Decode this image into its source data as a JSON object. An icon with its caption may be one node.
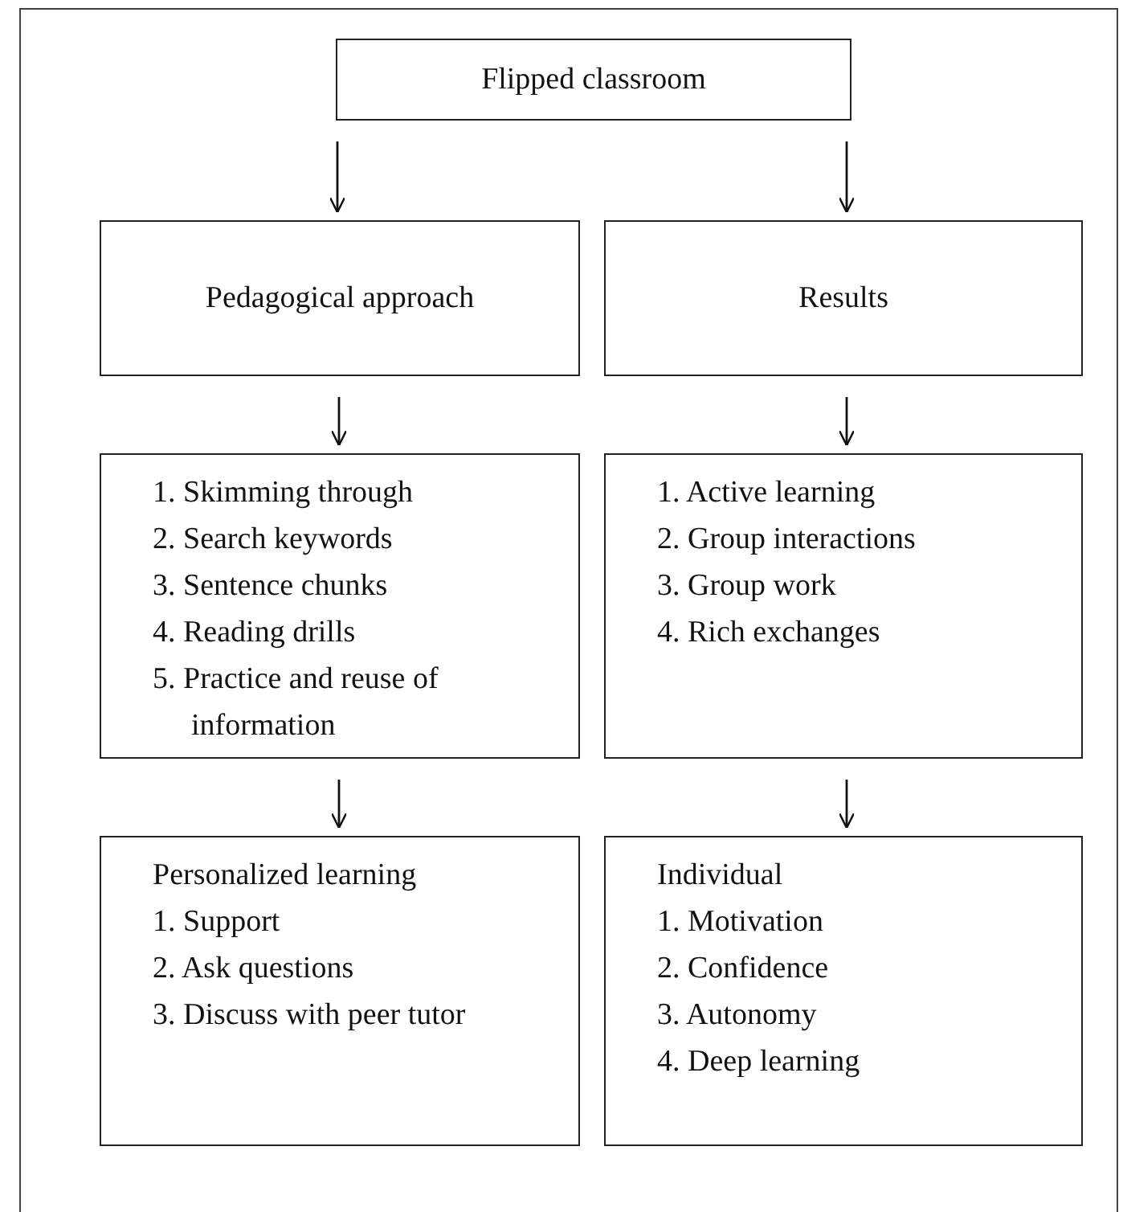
{
  "diagram": {
    "nodes": [
      {
        "text": [
          "Flipped classroom"
        ]
      },
      {
        "text": [
          "Pedagogical approach"
        ]
      },
      {
        "text": [
          "Results"
        ]
      },
      {
        "text": [
          "1. Skimming through",
          "2. Search keywords",
          "3. Sentence chunks",
          "4. Reading drills",
          "5. Practice and reuse of information"
        ]
      },
      {
        "text": [
          "1. Active learning",
          "2. Group interactions",
          "3. Group work",
          "4. Rich exchanges"
        ]
      },
      {
        "text": [
          "Personalized learning",
          "1. Support",
          "2. Ask questions",
          "3. Discuss with peer tutor"
        ]
      },
      {
        "text": [
          "Individual",
          "1. Motivation",
          "2. Confidence",
          "3. Autonomy",
          "4. Deep learning"
        ]
      }
    ],
    "edges": [
      {
        "from": 0,
        "to": 1,
        "arrow": "to"
      },
      {
        "from": 0,
        "to": 2,
        "arrow": "to"
      },
      {
        "from": 1,
        "to": 3,
        "arrow": "to"
      },
      {
        "from": 2,
        "to": 4,
        "arrow": "to"
      },
      {
        "from": 3,
        "to": 5,
        "arrow": "to"
      },
      {
        "from": 4,
        "to": 6,
        "arrow": "to"
      }
    ]
  }
}
